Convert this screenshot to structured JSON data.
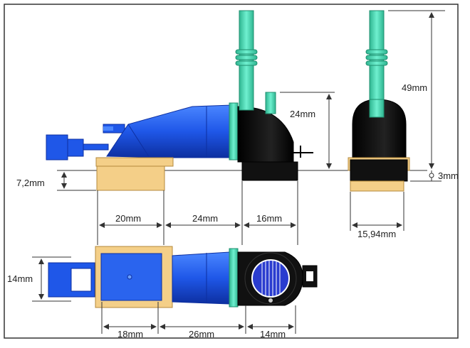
{
  "dimensions": {
    "front_height": "24mm",
    "side_height": "49mm",
    "flange_thickness": "7,2mm",
    "side_flange": "3mm",
    "top_width_left": "20mm",
    "top_width_mid": "24mm",
    "top_width_right": "16mm",
    "side_width": "15,94mm",
    "plan_height": "14mm",
    "bottom_width_left": "18mm",
    "bottom_width_mid": "26mm",
    "bottom_width_right": "14mm"
  },
  "colors": {
    "blue": "#1f57e8",
    "dark_blue": "#1533a8",
    "black": "#111111",
    "pipe_green": "#3dd6b0",
    "flange_tan": "#f4cf88",
    "dim_line": "#333333"
  }
}
